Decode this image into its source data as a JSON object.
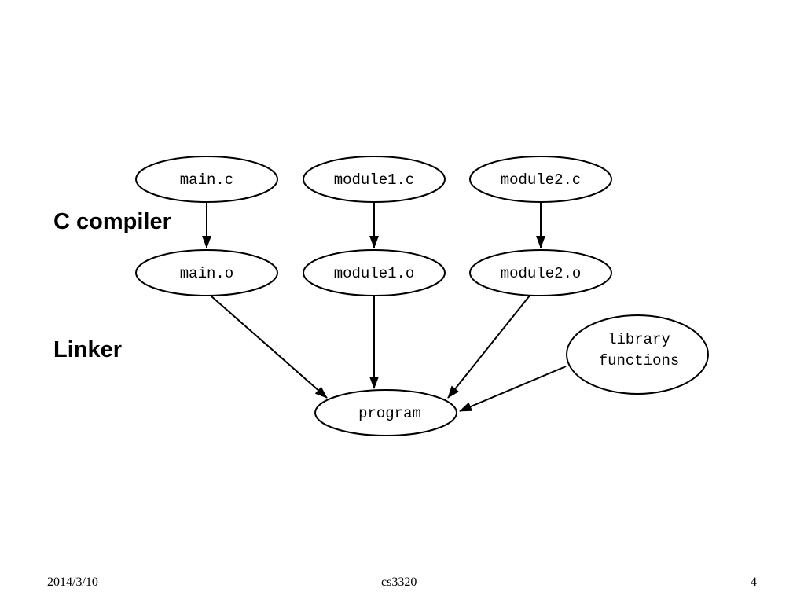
{
  "labels": {
    "compiler": "C compiler",
    "linker": "Linker"
  },
  "nodes": {
    "main_c": "main.c",
    "module1_c": "module1.c",
    "module2_c": "module2.c",
    "main_o": "main.o",
    "module1_o": "module1.o",
    "module2_o": "module2.o",
    "library_line1": "library",
    "library_line2": "functions",
    "program": "program"
  },
  "edges": [
    {
      "from": "main.c",
      "to": "main.o"
    },
    {
      "from": "module1.c",
      "to": "module1.o"
    },
    {
      "from": "module2.c",
      "to": "module2.o"
    },
    {
      "from": "main.o",
      "to": "program"
    },
    {
      "from": "module1.o",
      "to": "program"
    },
    {
      "from": "module2.o",
      "to": "program"
    },
    {
      "from": "library functions",
      "to": "program"
    }
  ],
  "footer": {
    "date": "2014/3/10",
    "course": "cs3320",
    "page": "4"
  }
}
